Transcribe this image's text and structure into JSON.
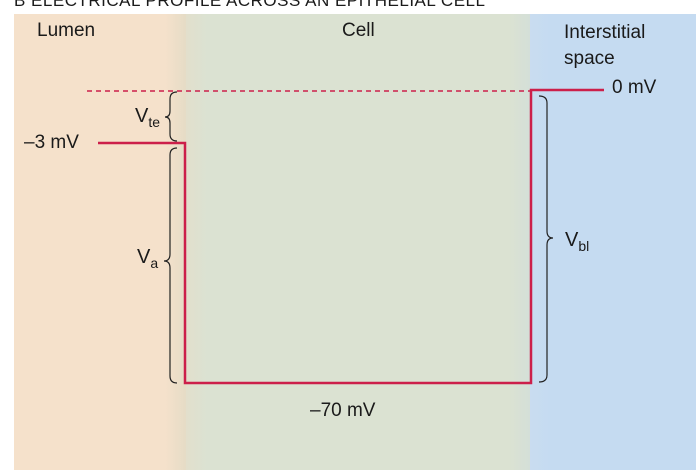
{
  "title": "B   ELECTRICAL PROFILE ACROSS AN EPITHELIAL CELL",
  "regions": {
    "lumen": "Lumen",
    "cell": "Cell",
    "interstitial_line1": "Interstitial",
    "interstitial_line2": "space"
  },
  "potentials": {
    "lumen": "–3 mV",
    "interstitial": "0 mV",
    "cell": "–70 mV"
  },
  "voltages": {
    "te_main": "V",
    "te_sub": "te",
    "a_main": "V",
    "a_sub": "a",
    "bl_main": "V",
    "bl_sub": "bl"
  },
  "colors": {
    "profile_line": "#cc1f4a",
    "lumen_bg": "#f5e1cb",
    "cell_bg": "#dbe2d2",
    "interstitial_bg": "#c5dbf1"
  }
}
